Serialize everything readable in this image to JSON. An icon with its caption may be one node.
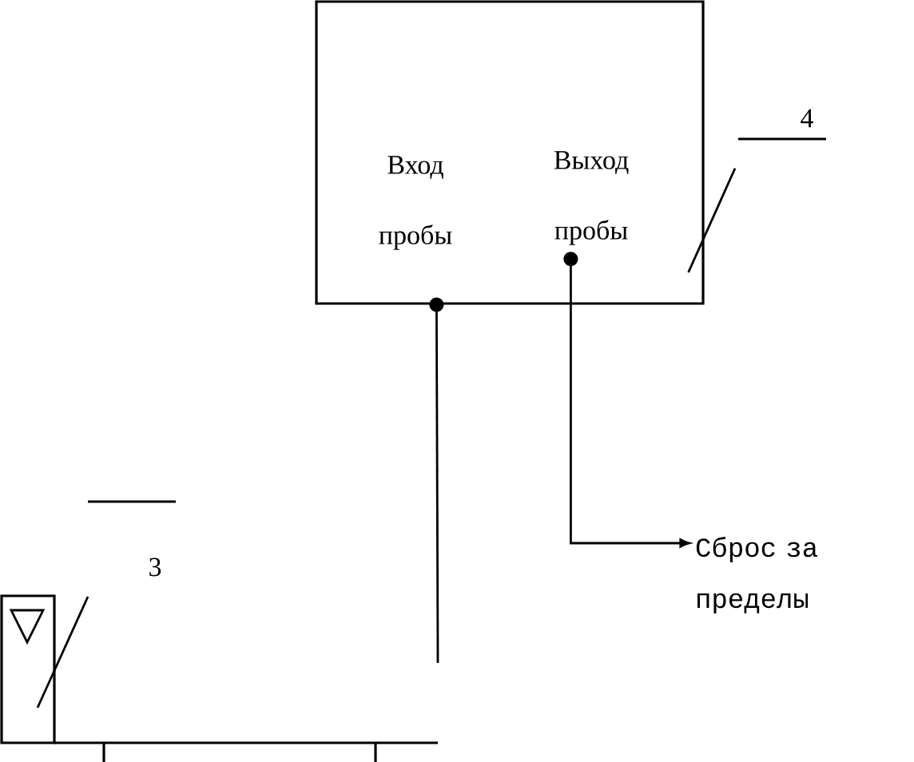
{
  "diagram": {
    "nodes": [
      {
        "text": [],
        "shape": "box"
      },
      {
        "text": [
          "Вход пробы"
        ],
        "in": 0
      },
      {
        "text": [
          "Выход пробы"
        ],
        "in": 0
      },
      {
        "text": [],
        "shape": "box"
      },
      {
        "text": [
          "Сброс за пределы"
        ]
      },
      {
        "text": [
          "4"
        ]
      },
      {
        "text": [
          "3"
        ]
      }
    ],
    "edges": [
      {
        "from": 0,
        "to": null,
        "arrow": "other"
      },
      {
        "from": 2,
        "to": 4,
        "arrow": "to"
      },
      {
        "from": 5,
        "to": 0,
        "arrow": "none"
      },
      {
        "from": 6,
        "to": 3,
        "arrow": "none"
      }
    ]
  }
}
